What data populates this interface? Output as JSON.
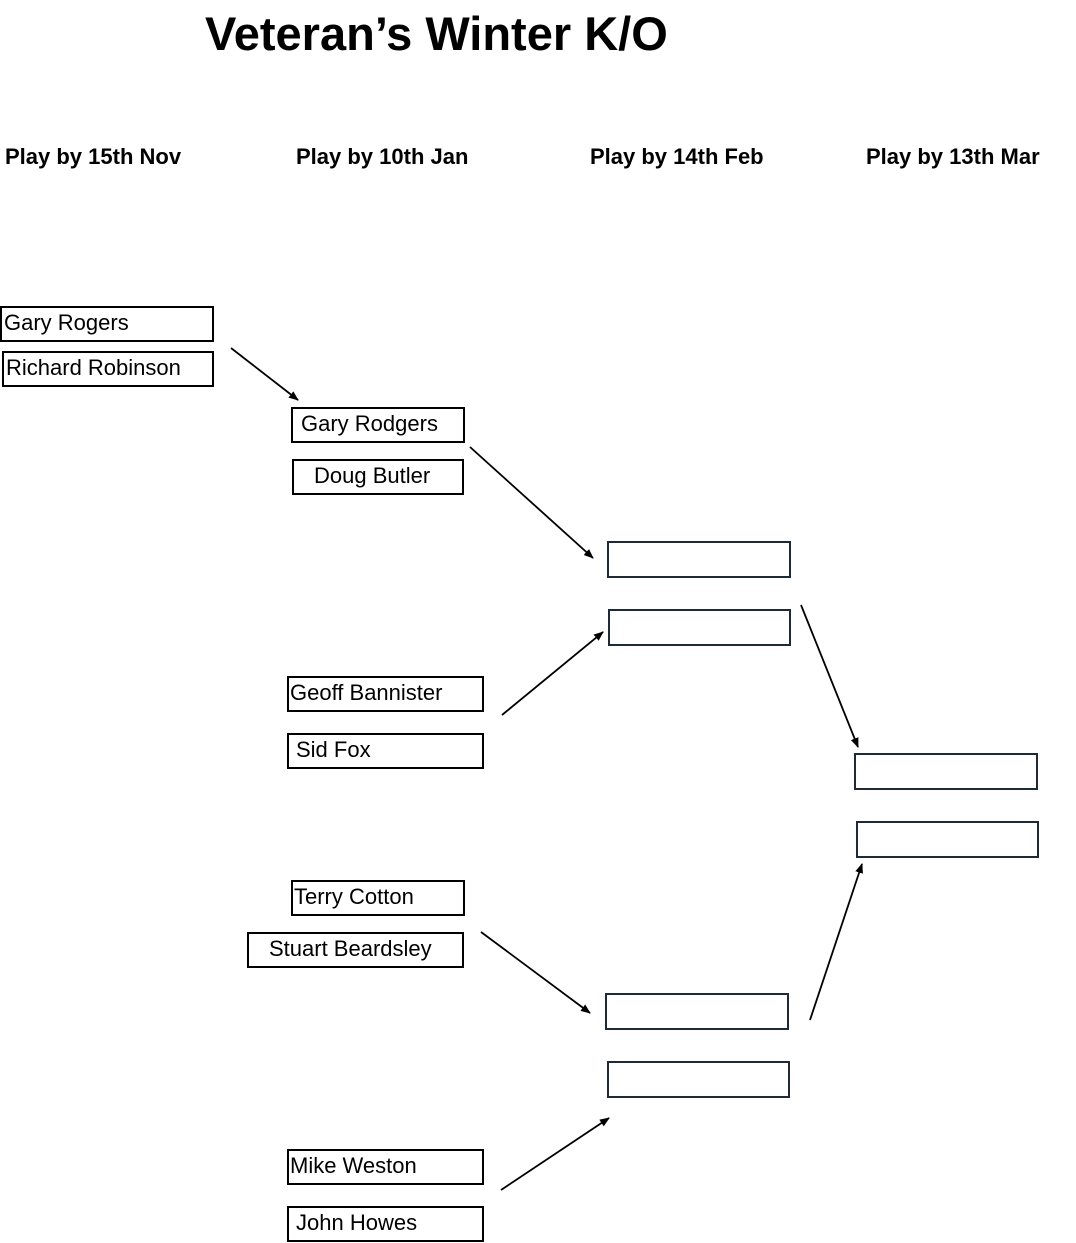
{
  "title": "Veteran’s Winter K/O",
  "rounds": [
    "Play by 15th Nov",
    "Play by 10th Jan",
    "Play by 14th Feb",
    "Play by 13th Mar"
  ],
  "round1": {
    "players": [
      "Gary Rogers",
      "Richard Robinson"
    ]
  },
  "round2": {
    "players": [
      "Gary Rodgers",
      "Doug Butler",
      "Geoff Bannister",
      "Sid Fox",
      "Terry Cotton",
      "Stuart Beardsley",
      "Mike Weston",
      "John Howes"
    ]
  },
  "round3": {
    "slots": [
      "",
      "",
      "",
      ""
    ]
  },
  "round4": {
    "slots": [
      "",
      ""
    ]
  }
}
